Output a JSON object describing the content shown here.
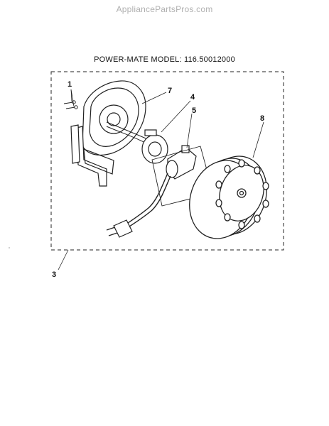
{
  "watermark": "AppliancePartsPros.com",
  "title": "POWER-MATE MODEL: 116.50012000",
  "callouts": {
    "part_1": "1",
    "part_7": "7",
    "part_4": "4",
    "part_5": "5",
    "part_8": "8",
    "part_3": "3"
  }
}
